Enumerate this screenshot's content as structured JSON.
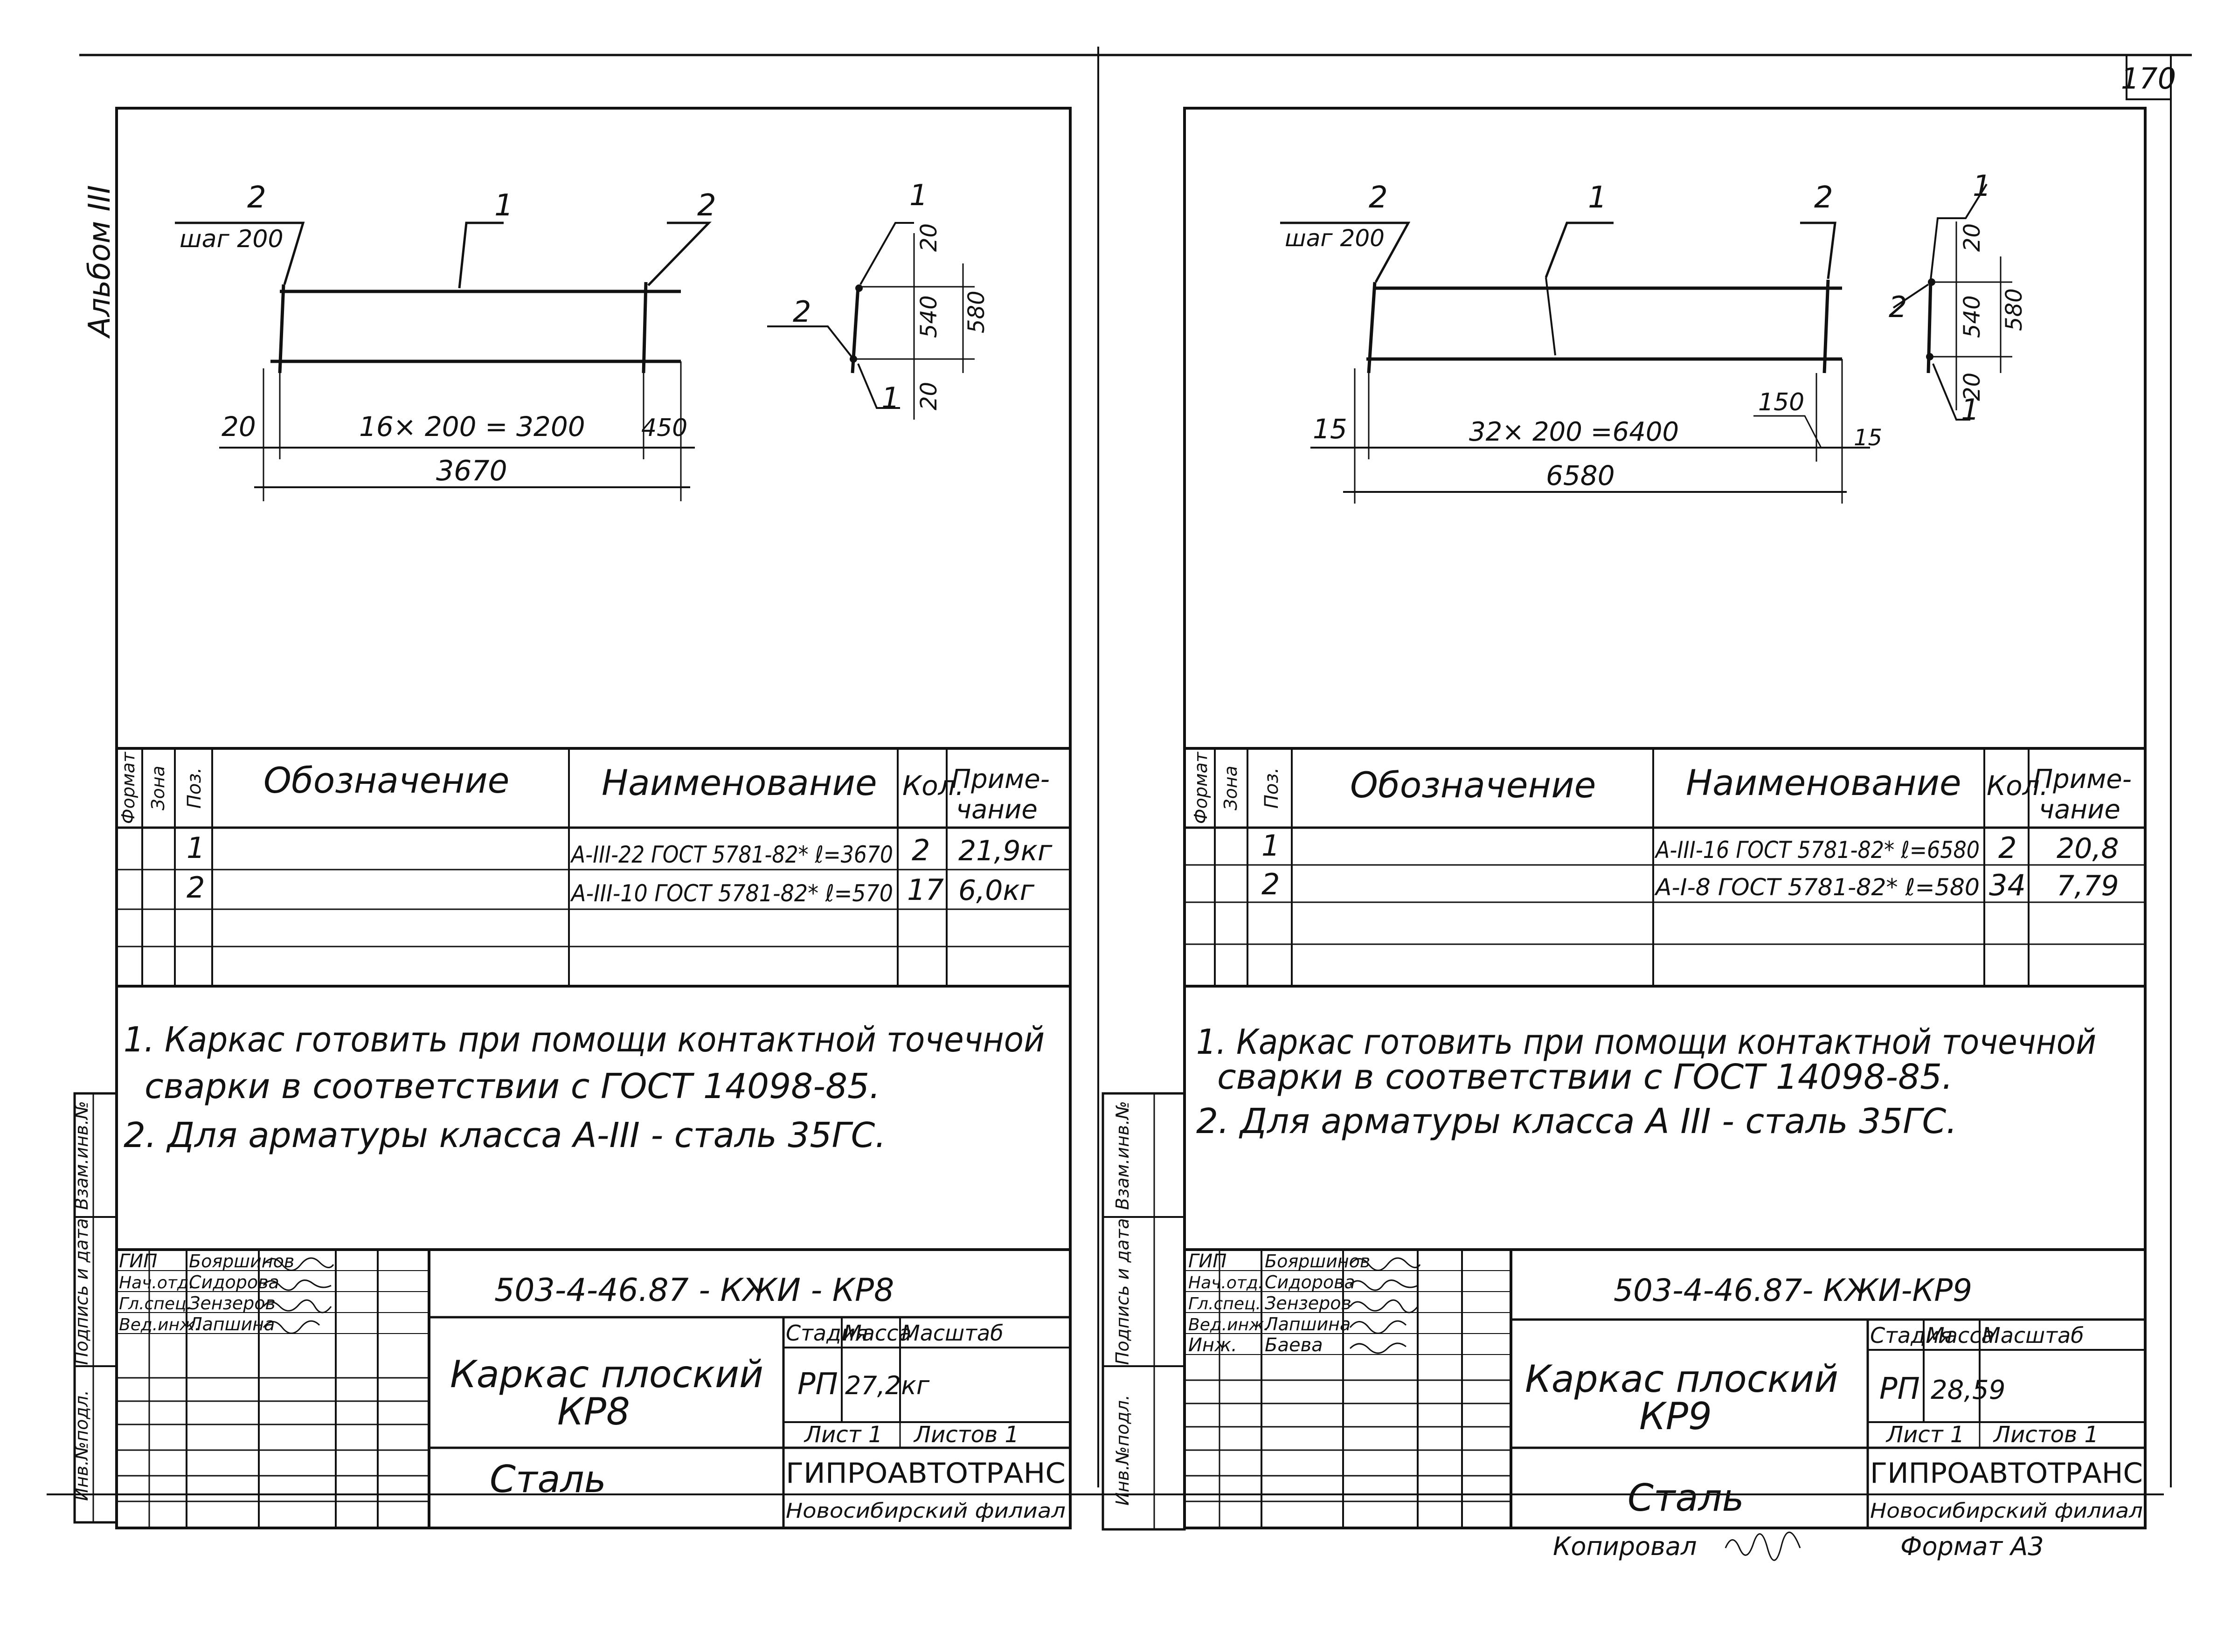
{
  "page_number": "170",
  "album_label": "Альбом III",
  "common": {
    "spec_headers": {
      "format": "Формат",
      "zone": "Зона",
      "pos": "Поз.",
      "designation": "Обозначение",
      "name": "Наименование",
      "qty": "Кол.",
      "note_line1": "Приме-",
      "note_line2": "чание"
    },
    "side_stamp": [
      "Инв.№подл.",
      "Подпись и дата",
      "Взам.инв.№"
    ],
    "title_block": {
      "stage_header": "Стадия",
      "mass_header": "Масса",
      "scale_header": "Масштаб",
      "stage": "РП",
      "sheet": "Лист 1",
      "sheets": "Листов 1",
      "org": "ГИПРОАВТОТРАНС",
      "branch": "Новосибирский филиал",
      "material": "Сталь",
      "roles": [
        "ГИП",
        "Нач.отд.",
        "Гл.спец.",
        "Вед.инж."
      ],
      "names": [
        "Бояршинов",
        "Сидорова",
        "Зензеров",
        "Лапшина"
      ]
    }
  },
  "sheet_left": {
    "code": "503-4-46.87 - КЖИ - КР8",
    "title_line1": "Каркас плоский",
    "title_line2": "КР8",
    "mass": "27,2кг",
    "drawing": {
      "pos_labels": [
        "2",
        "1",
        "2"
      ],
      "step": "шаг 200",
      "dim_left": "20",
      "dim_mid": "16× 200 = 3200",
      "dim_right": "450",
      "dim_total": "3670",
      "section_pos": [
        "1",
        "2",
        "1"
      ],
      "section_dims": [
        "20",
        "540",
        "20",
        "580"
      ]
    },
    "rows": [
      {
        "pos": "1",
        "name": "А-III-22 ГОСТ 5781-82* ℓ=3670",
        "qty": "2",
        "note": "21,9кг"
      },
      {
        "pos": "2",
        "name": "А-III-10 ГОСТ 5781-82* ℓ=570",
        "qty": "17",
        "note": "6,0кг"
      }
    ],
    "note1_line1": "1. Каркас готовить при помощи контактной точечной",
    "note1_line2": "сварки в соответствии с ГОСТ 14098-85.",
    "note2": "2. Для арматуры класса А-III - сталь 35ГС."
  },
  "sheet_right": {
    "code": "503-4-46.87- КЖИ-КР9",
    "title_line1": "Каркас плоский",
    "title_line2": "КР9",
    "mass": "28,59",
    "extra_role": "Инж.",
    "extra_name": "Баева",
    "drawing": {
      "pos_labels": [
        "2",
        "1",
        "2"
      ],
      "step": "шаг 200",
      "dim_left": "15",
      "dim_mid": "32× 200 =6400",
      "dim_150": "150",
      "dim_right": "15",
      "dim_total": "6580",
      "section_pos": [
        "1",
        "2",
        "1"
      ],
      "section_dims": [
        "20",
        "540",
        "20",
        "580"
      ]
    },
    "rows": [
      {
        "pos": "1",
        "name": "А-III-16 ГОСТ 5781-82* ℓ=6580",
        "qty": "2",
        "note": "20,8"
      },
      {
        "pos": "2",
        "name": "А-I-8 ГОСТ 5781-82* ℓ=580",
        "qty": "34",
        "note": "7,79"
      }
    ],
    "note1_line1": "1. Каркас готовить при помощи контактной точечной",
    "note1_line2": "сварки в соответствии с ГОСТ 14098-85.",
    "note2": "2. Для арматуры класса А III - сталь 35ГС.",
    "copied": "Копировал",
    "format": "Формат А3"
  }
}
